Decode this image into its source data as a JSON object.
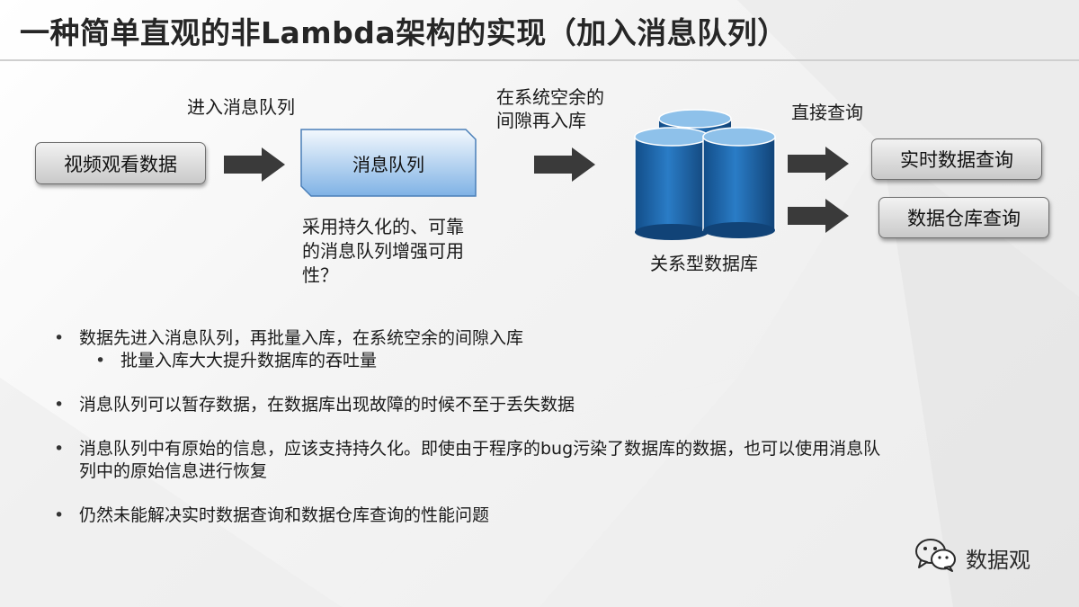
{
  "title": "一种简单直观的非Lambda架构的实现（加入消息队列）",
  "diagram": {
    "source_box": "视频观看数据",
    "enter_queue_label": "进入消息队列",
    "queue_box": "消息队列",
    "queue_note": [
      "采用持久化的、可靠",
      "的消息队列增强可用",
      "性？"
    ],
    "idle_label": [
      "在系统空余的",
      "间隙再入库"
    ],
    "db_label": "关系型数据库",
    "direct_query_label": "直接查询",
    "realtime_query_box": "实时数据查询",
    "warehouse_query_box": "数据仓库查询"
  },
  "bullets": [
    {
      "text": "数据先进入消息队列，再批量入库，在系统空余的间隙入库",
      "sub": false
    },
    {
      "text": "批量入库大大提升数据库的吞吐量",
      "sub": true
    },
    {
      "text": "消息队列可以暂存数据，在数据库出现故障的时候不至于丢失数据",
      "sub": false
    },
    {
      "text": "消息队列中有原始的信息，应该支持持久化。即使由于程序的bug污染了数据库的数据，也可以使用消息队",
      "cont": "列中的原始信息进行恢复",
      "sub": false
    },
    {
      "text": "仍然未能解决实时数据查询和数据仓库查询的性能问题",
      "sub": false
    }
  ],
  "watermark": {
    "text": "数据观",
    "icon": "wechat-icon"
  },
  "colors": {
    "queue_fill_top": "#f3f8fd",
    "queue_fill_bottom": "#7fb2e5",
    "db_fill": "#1c6ab3",
    "db_top": "#8ec1ea",
    "arrow": "#3a3a3a"
  }
}
